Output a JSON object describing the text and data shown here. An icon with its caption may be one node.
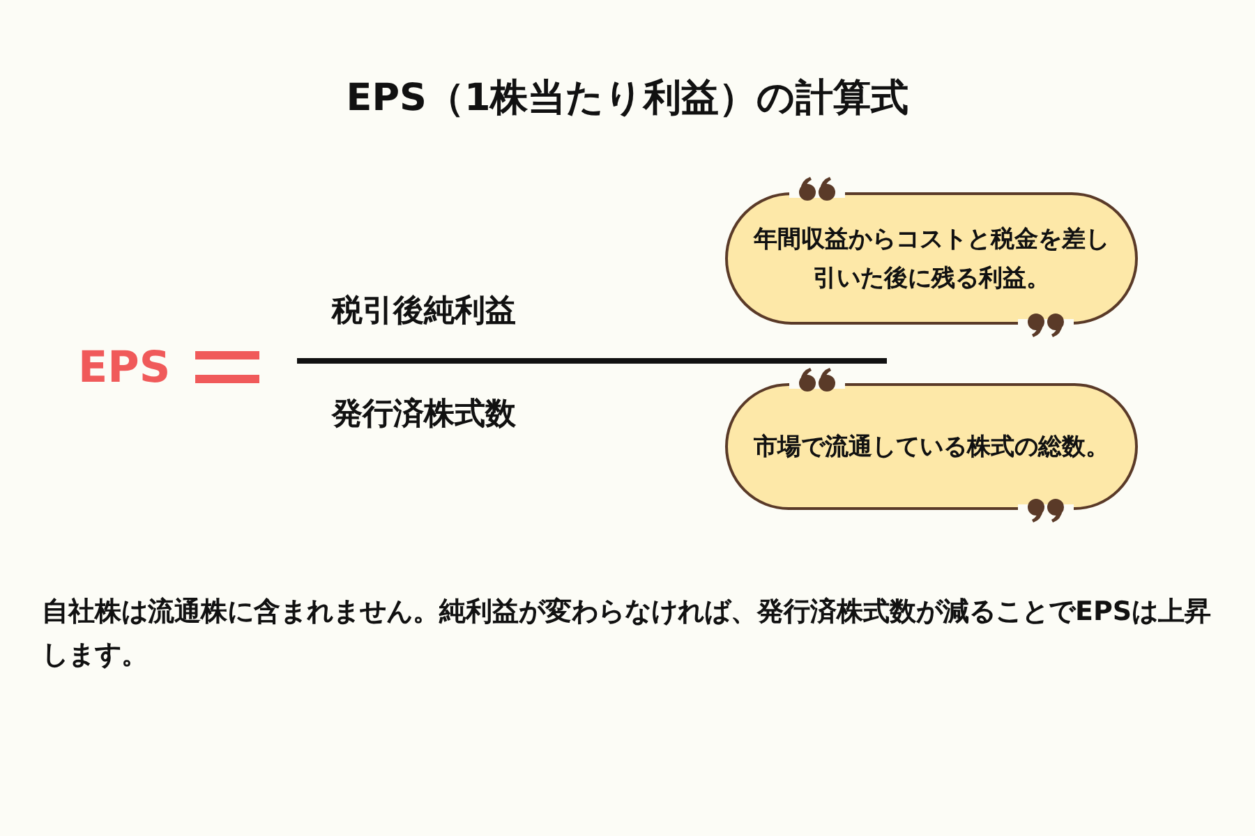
{
  "diagram": {
    "title": "EPS（1株当たり利益）の計算式",
    "nodes": [
      {
        "text": [
          "年間収益からコストと税金を差し引いた後に残る利益。"
        ]
      },
      {
        "text": [
          "市場で流通している株式の総数。"
        ]
      }
    ],
    "labels": [
      "EPS",
      "税引後純利益",
      "発行済株式数",
      "自社株は流通株に含まれません。純利益が変わらなければ、発行済株式数が減ることでEPSは上昇します。"
    ]
  }
}
